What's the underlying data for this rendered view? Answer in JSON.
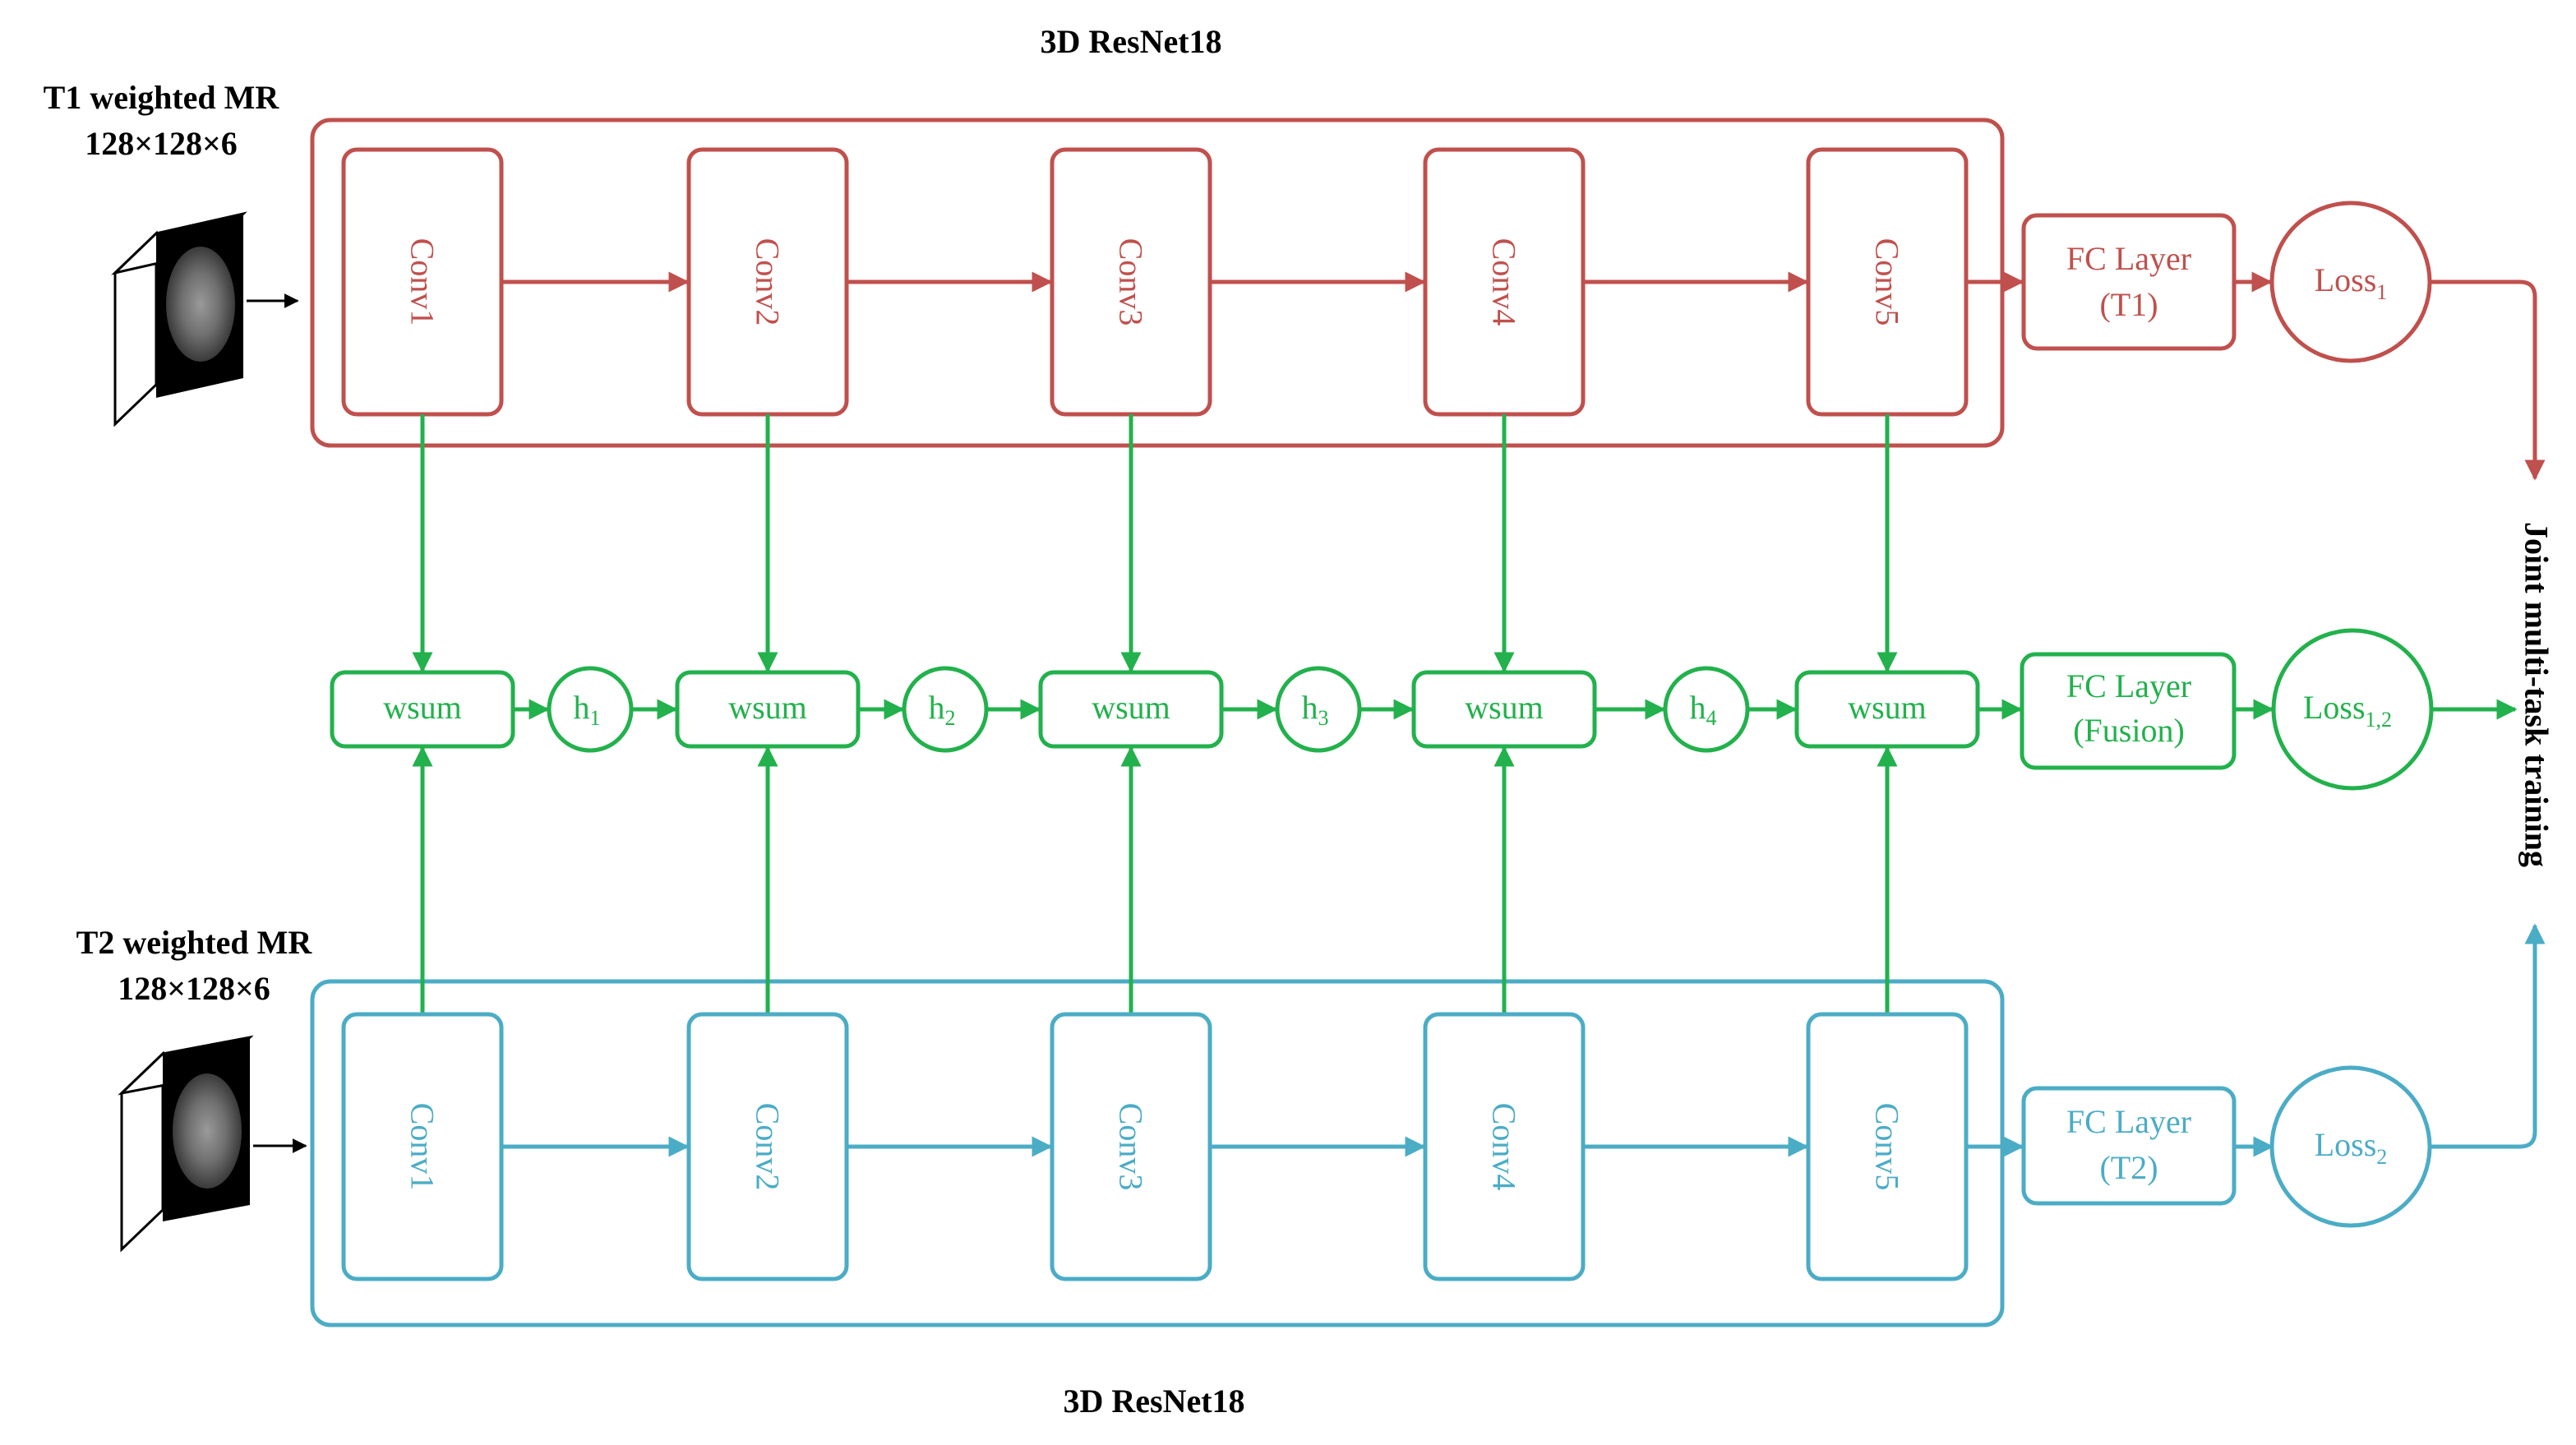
{
  "labels": {
    "top_network": "3D ResNet18",
    "bottom_network": "3D ResNet18",
    "t1_title": "T1 weighted MR",
    "t1_size": "128×128×6",
    "t2_title": "T2 weighted MR",
    "t2_size": "128×128×6",
    "side_label": "Joint multi-task training"
  },
  "t1_branch": {
    "convs": [
      "Conv1",
      "Conv2",
      "Conv3",
      "Conv4",
      "Conv5"
    ],
    "fc_line1": "FC Layer",
    "fc_line2": "(T1)",
    "loss": "Loss",
    "loss_sub": "1"
  },
  "fusion_branch": {
    "wsum": [
      "wsum",
      "wsum",
      "wsum",
      "wsum",
      "wsum"
    ],
    "h": [
      {
        "base": "h",
        "sub": "1"
      },
      {
        "base": "h",
        "sub": "2"
      },
      {
        "base": "h",
        "sub": "3"
      },
      {
        "base": "h",
        "sub": "4"
      }
    ],
    "fc_line1": "FC Layer",
    "fc_line2": "(Fusion)",
    "loss": "Loss",
    "loss_sub": "1,2"
  },
  "t2_branch": {
    "convs": [
      "Conv1",
      "Conv2",
      "Conv3",
      "Conv4",
      "Conv5"
    ],
    "fc_line1": "FC Layer",
    "fc_line2": "(T2)",
    "loss": "Loss",
    "loss_sub": "2"
  },
  "colors": {
    "t1": "#c0504d",
    "fusion": "#22b14c",
    "t2": "#4bacc6",
    "text": "#000000"
  }
}
